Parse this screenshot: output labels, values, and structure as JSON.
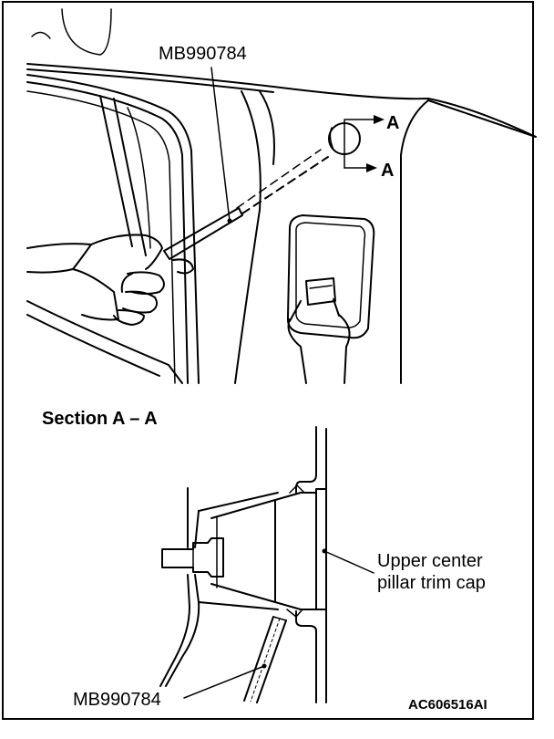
{
  "labels": {
    "tool_top": "MB990784",
    "arrow_a_upper": "A",
    "arrow_a_lower": "A",
    "section_title": "Section A – A",
    "trim_cap_line1": "Upper center",
    "trim_cap_line2": "pillar trim cap",
    "tool_bottom": "MB990784",
    "figure_id": "AC606516AI"
  }
}
